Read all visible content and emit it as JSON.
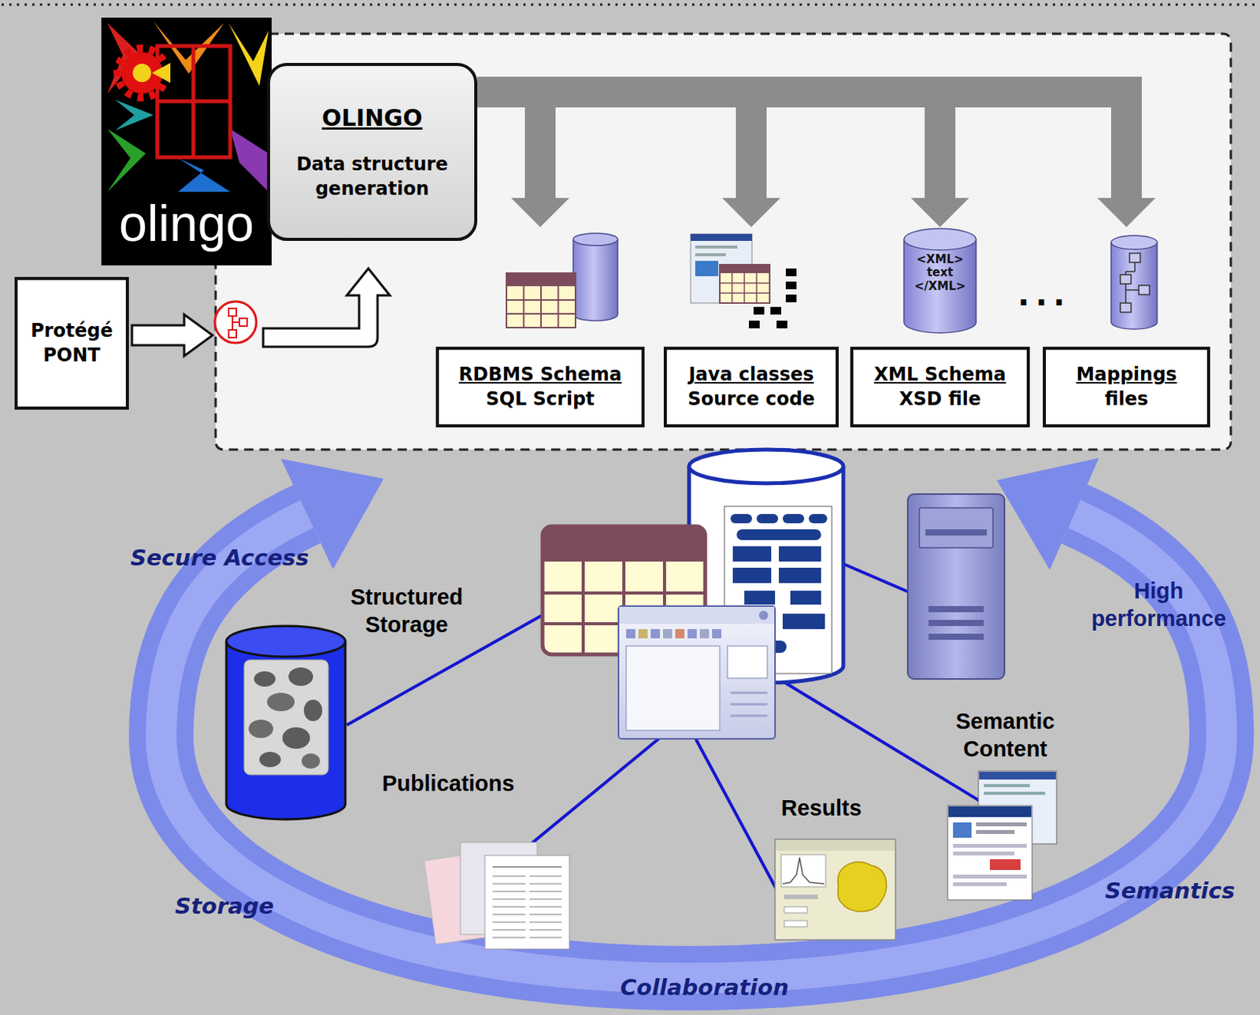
{
  "diagram": {
    "nodes": [
      {
        "text": [
          "OLINGO",
          "Data structure generation"
        ]
      },
      {
        "text": [
          "Protégé PONT"
        ]
      },
      {
        "text": [
          "RDBMS Schema",
          "SQL Script"
        ]
      },
      {
        "text": [
          "Java classes",
          "Source code"
        ]
      },
      {
        "text": [
          "XML Schema",
          "XSD file"
        ]
      },
      {
        "text": [
          "Mappings",
          "files"
        ]
      }
    ],
    "edges": [
      {
        "from": 0,
        "to": 2,
        "arrow": "to"
      },
      {
        "from": 0,
        "to": 3,
        "arrow": "to"
      },
      {
        "from": 0,
        "to": 4,
        "arrow": "to"
      },
      {
        "from": 0,
        "to": 5,
        "arrow": "to"
      }
    ],
    "labels": [
      "olingo",
      "<XML> text </XML>",
      "...",
      "Secure Access",
      "Structured Storage",
      "High performance",
      "Semantic Content",
      "Publications",
      "Results",
      "Semantics",
      "Storage",
      "Collaboration"
    ]
  }
}
